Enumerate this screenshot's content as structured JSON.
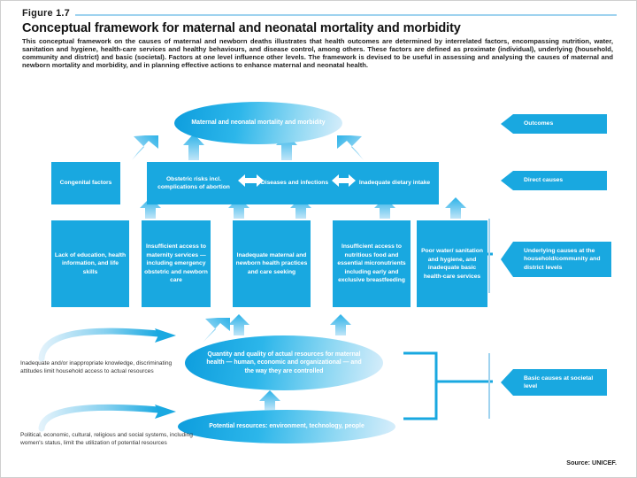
{
  "figure": {
    "label": "Figure 1.7",
    "title": "Conceptual framework for maternal and neonatal mortality and morbidity",
    "description": "This conceptual framework on the causes of maternal and newborn deaths illustrates that health outcomes are determined by interrelated factors, encompassing nutrition, water, sanitation and hygiene, health-care services and healthy behaviours, and disease control, among others. These factors are defined as proximate (individual), underlying (household, community and district) and basic (societal). Factors at one level influence other levels. The framework is devised to be useful in assessing and analysing the causes of maternal and newborn mortality and morbidity, and in planning effective actions to enhance maternal and neonatal health.",
    "source": "Source: UNICEF."
  },
  "colors": {
    "primary_blue": "#19a8e0",
    "arrow_blue": "#25b0e6",
    "rule_blue": "#9fd3ef",
    "text_dark": "#222222"
  },
  "outcome": {
    "oval_text": "Maternal and neonatal mortality and morbidity"
  },
  "direct_causes": {
    "congenital": "Congenital factors",
    "items": [
      "Obstetric risks incl. complications of abortion",
      "Diseases and infections",
      "Inadequate dietary intake"
    ]
  },
  "underlying_causes": {
    "items": [
      "Lack of education, health information, and life skills",
      "Insufficient access to maternity services — including emergency obstetric and newborn care",
      "Inadequate maternal and newborn health practices and care seeking",
      "Insufficient access to nutritious food and essential micronutrients including early and exclusive breastfeeding",
      "Poor water/ sanitation and hygiene, and inadequate basic health-care services"
    ]
  },
  "basic_causes": {
    "resources_oval": "Quantity and quality of actual resources for maternal health — human, economic and organizational — and the way they are controlled",
    "potential_oval": "Potential resources: environment, technology, people",
    "note_top": "Inadequate and/or inappropriate knowledge, discriminating attitudes limit household access to actual resources",
    "note_bottom": "Political, economic, cultural, religious and social systems, including women's status, limit the utilization of potential resources"
  },
  "level_labels": [
    "Outcomes",
    "Direct causes",
    "Underlying causes at the household/community and district levels",
    "Basic causes at societal level"
  ]
}
